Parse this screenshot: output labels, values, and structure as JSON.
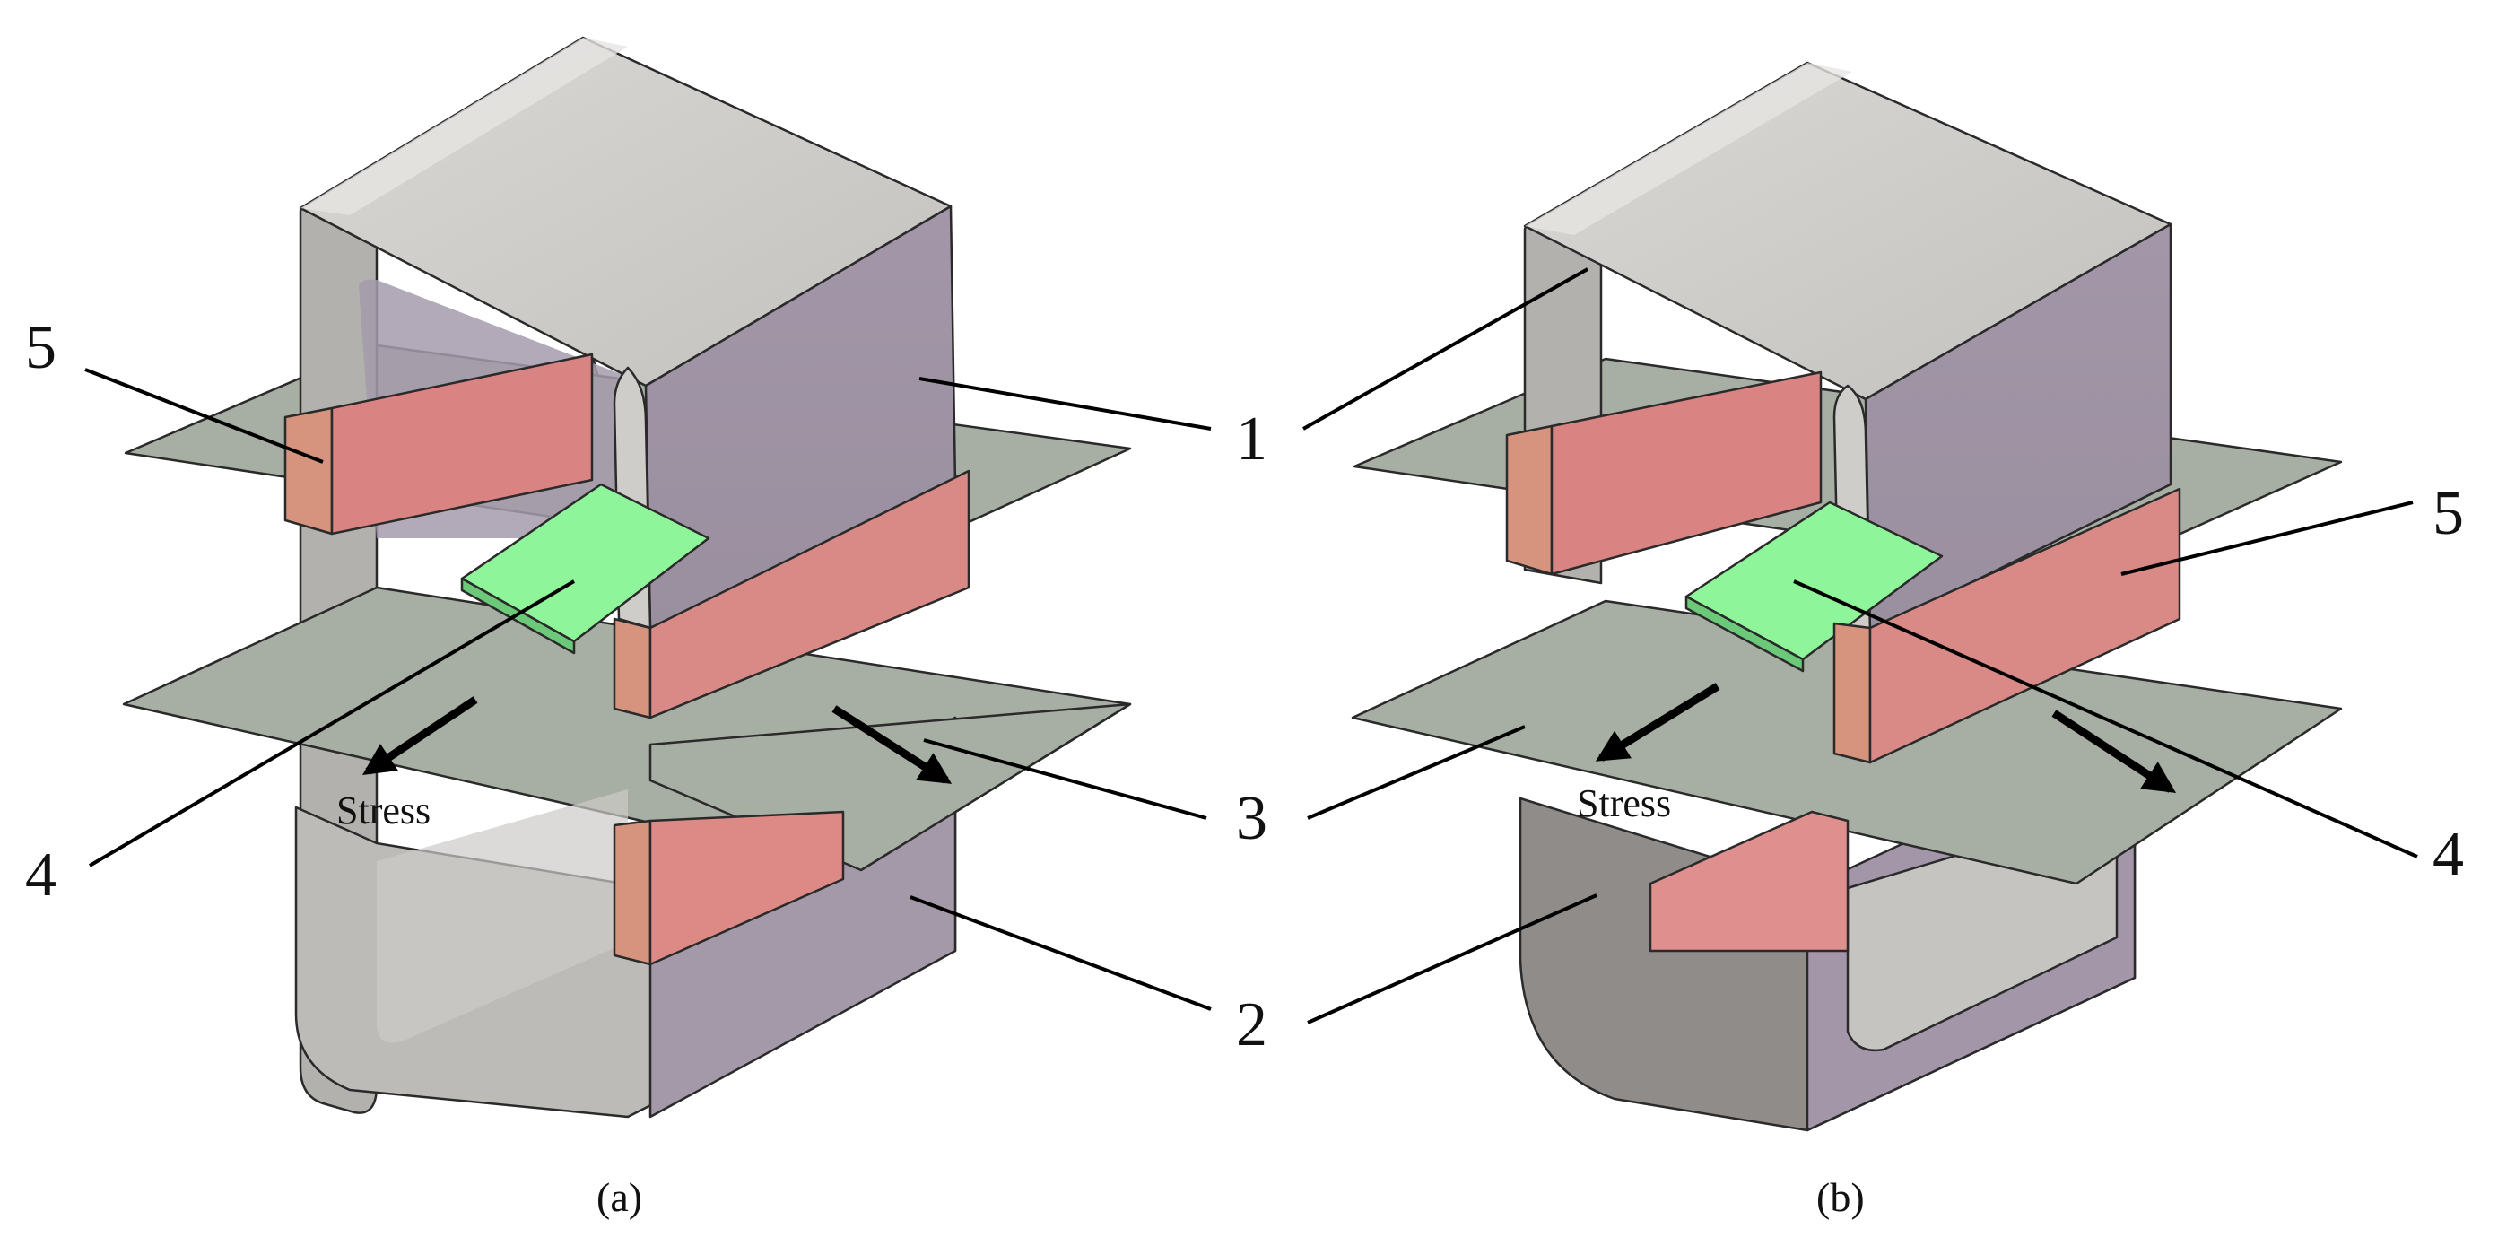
{
  "panels": [
    {
      "caption": "(a)",
      "stress_label": "Stress",
      "callouts": [
        {
          "id": "5",
          "text": "5"
        },
        {
          "id": "1",
          "text": "1"
        },
        {
          "id": "4",
          "text": "4"
        },
        {
          "id": "3",
          "text": "3"
        },
        {
          "id": "2",
          "text": "2"
        }
      ]
    },
    {
      "caption": "(b)",
      "stress_label": "Stress",
      "callouts": [
        {
          "id": "5",
          "text": "5"
        },
        {
          "id": "4",
          "text": "4"
        }
      ]
    }
  ],
  "colors": {
    "core_top": "#cbcac6",
    "core_side": "#9d92a2",
    "core_edge": "#b7b5b3",
    "plate": "#a6ada1",
    "plate_dark": "#8e978b",
    "coil": "#d98a86",
    "coil_front": "#d6917f",
    "sensor": "#8ff59a",
    "sensor_side": "#6cc97a",
    "arrow": "#000000"
  }
}
